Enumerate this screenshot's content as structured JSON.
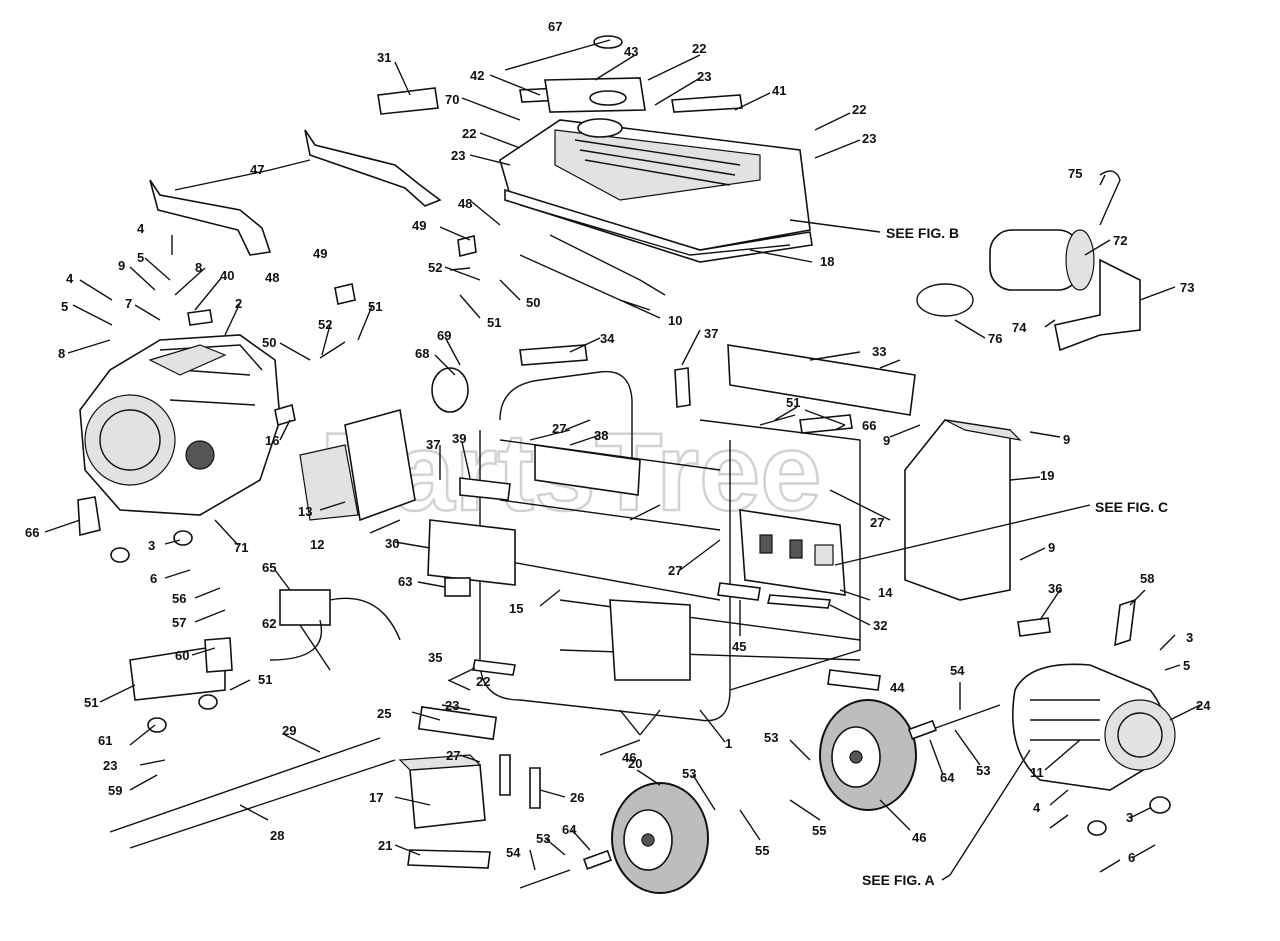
{
  "watermark": "PartsTree",
  "callouts": [
    "1",
    "2",
    "3",
    "3",
    "3",
    "4",
    "4",
    "4",
    "5",
    "5",
    "5",
    "6",
    "6",
    "7",
    "8",
    "8",
    "9",
    "9",
    "9",
    "9",
    "10",
    "11",
    "12",
    "13",
    "14",
    "15",
    "16",
    "17",
    "18",
    "19",
    "20",
    "21",
    "22",
    "22",
    "22",
    "22",
    "23",
    "23",
    "23",
    "23",
    "23",
    "24",
    "25",
    "26",
    "27",
    "27",
    "27",
    "27",
    "28",
    "29",
    "30",
    "31",
    "32",
    "33",
    "34",
    "35",
    "36",
    "37",
    "37",
    "38",
    "39",
    "40",
    "41",
    "42",
    "43",
    "44",
    "45",
    "46",
    "46",
    "47",
    "48",
    "48",
    "49",
    "49",
    "50",
    "50",
    "51",
    "51",
    "51",
    "51",
    "51",
    "52",
    "52",
    "53",
    "53",
    "53",
    "53",
    "54",
    "54",
    "55",
    "55",
    "56",
    "57",
    "58",
    "59",
    "60",
    "61",
    "62",
    "63",
    "64",
    "64",
    "65",
    "66",
    "66",
    "67",
    "68",
    "69",
    "70",
    "71",
    "72",
    "73",
    "74",
    "75",
    "76"
  ],
  "notes": {
    "fig_a": "SEE FIG. A",
    "fig_b": "SEE FIG. B",
    "fig_c": "SEE FIG. C"
  }
}
